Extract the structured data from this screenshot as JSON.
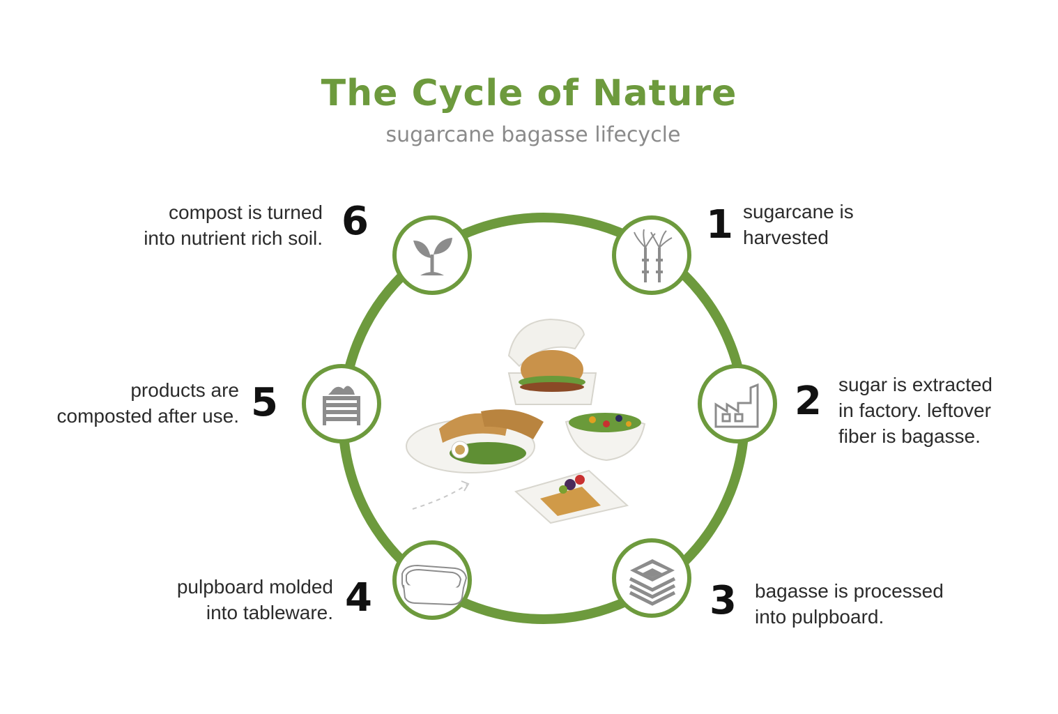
{
  "title": "The Cycle of Nature",
  "subtitle": "sugarcane bagasse lifecycle",
  "colors": {
    "ring": "#6d9a3d",
    "title": "#6d9a3d",
    "icon": "#8c8c8c"
  },
  "steps": [
    {
      "num": "1",
      "lines": [
        "sugarcane is",
        "harvested"
      ],
      "icon": "sugarcane-icon"
    },
    {
      "num": "2",
      "lines": [
        "sugar is extracted",
        "in factory. leftover",
        "fiber is bagasse."
      ],
      "icon": "factory-icon"
    },
    {
      "num": "3",
      "lines": [
        "bagasse is processed",
        "into pulpboard."
      ],
      "icon": "pulpboard-stack-icon"
    },
    {
      "num": "4",
      "lines": [
        "pulpboard molded",
        "into tableware."
      ],
      "icon": "tableware-container-icon"
    },
    {
      "num": "5",
      "lines": [
        "products are",
        "composted after use."
      ],
      "icon": "compost-bin-icon"
    },
    {
      "num": "6",
      "lines": [
        "compost is turned",
        "into nutrient rich soil."
      ],
      "icon": "sprout-icon"
    }
  ]
}
